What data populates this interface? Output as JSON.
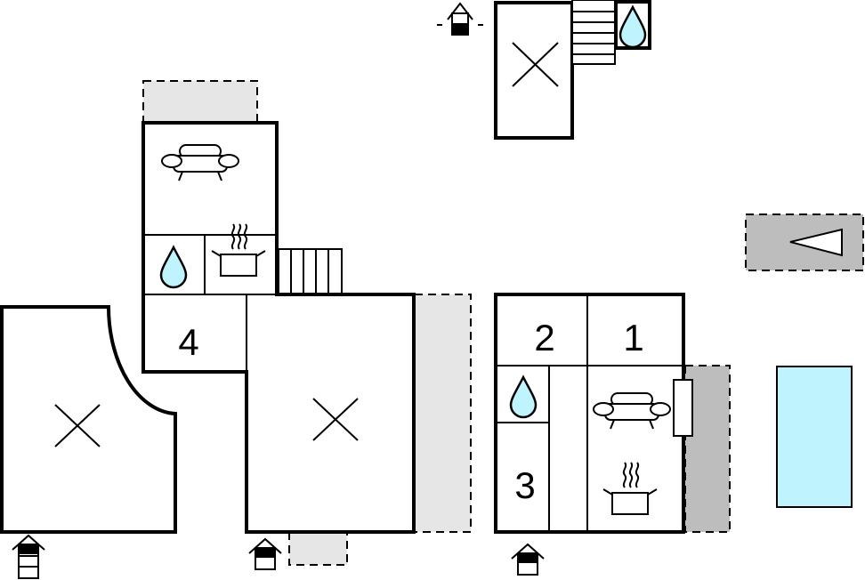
{
  "rooms": {
    "room1": "1",
    "room2": "2",
    "room3": "3",
    "room4": "4"
  },
  "colors": {
    "water": "#bff4ff",
    "terrace_light": "#e6e6e6",
    "terrace_dark": "#bdbdbd",
    "pool": "#bff4ff"
  },
  "icons": [
    "entrance-icon",
    "sofa-icon",
    "cooking-pot-icon",
    "water-drop-icon",
    "stairs-icon",
    "parking-arrow-icon",
    "pool-icon"
  ]
}
